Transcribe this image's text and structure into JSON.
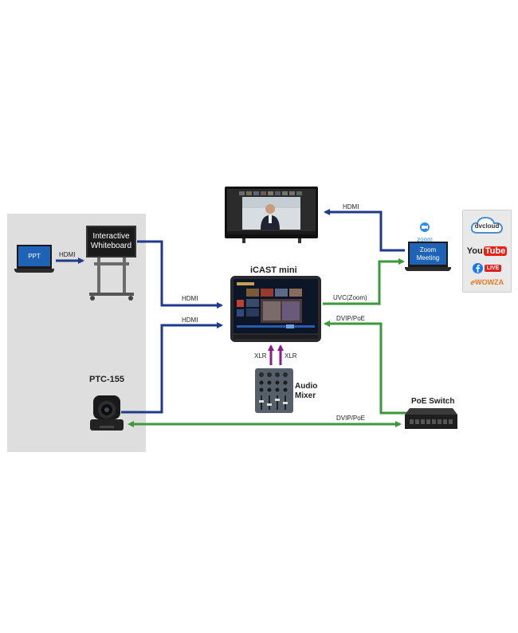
{
  "laptop_left": {
    "label": "PPT"
  },
  "whiteboard": {
    "line1": "Interactive",
    "line2": "Whiteboard"
  },
  "link_labels": {
    "ppt_to_board": "HDMI",
    "board_to_icast": "HDMI",
    "camera_to_icast": "HDMI",
    "icast_to_tv": "HDMI",
    "icast_to_zoom": "UVC(Zoom)",
    "switch_to_icast": "DVIP/PoE",
    "camera_to_switch": "DVIP/PoE",
    "xlr_left": "XLR",
    "xlr_right": "XLR"
  },
  "icast": {
    "title": "iCAST mini"
  },
  "camera": {
    "title": "PTC-155"
  },
  "mixer": {
    "line1": "Audio",
    "line2": "Mixer"
  },
  "poe_switch": {
    "title": "PoE Switch"
  },
  "zoom_laptop": {
    "logo": "zoom",
    "line1": "Zoom",
    "line2": "Meeting"
  },
  "services": {
    "dvcloud": "dvcloud",
    "youtube_you": "You",
    "youtube_tube": "Tube",
    "facebook_live": "LIVE",
    "wowza": "WOWZA"
  },
  "colors": {
    "blue": "#1f3a8a",
    "green": "#3a9a3a",
    "purple": "#8a1a8a",
    "gray_zone": "#dedede"
  }
}
